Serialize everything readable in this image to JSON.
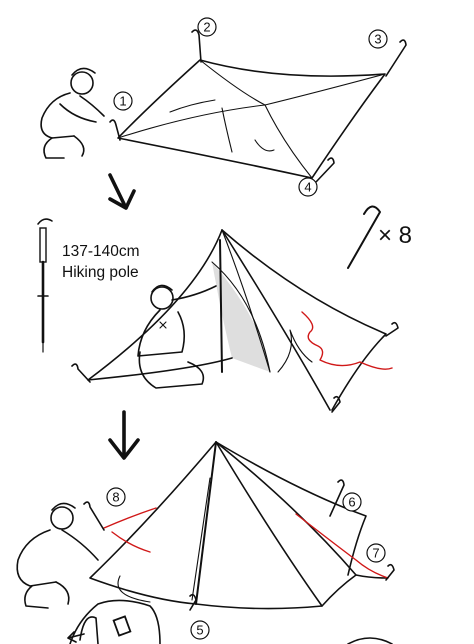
{
  "steps": {
    "s1": "1",
    "s2": "2",
    "s3": "3",
    "s4": "4",
    "s5": "5",
    "s6": "6",
    "s7": "7",
    "s8": "8"
  },
  "pole": {
    "length": "137-140cm",
    "name": "Hiking pole"
  },
  "stakes": {
    "multiplier": "× 8"
  },
  "colors": {
    "line": "#111111",
    "guyline": "#d01818",
    "inner_panel": "#dedede"
  },
  "icons": [
    "hiking-pole-icon",
    "tent-stake-icon",
    "down-arrow-icon",
    "person-icon"
  ]
}
